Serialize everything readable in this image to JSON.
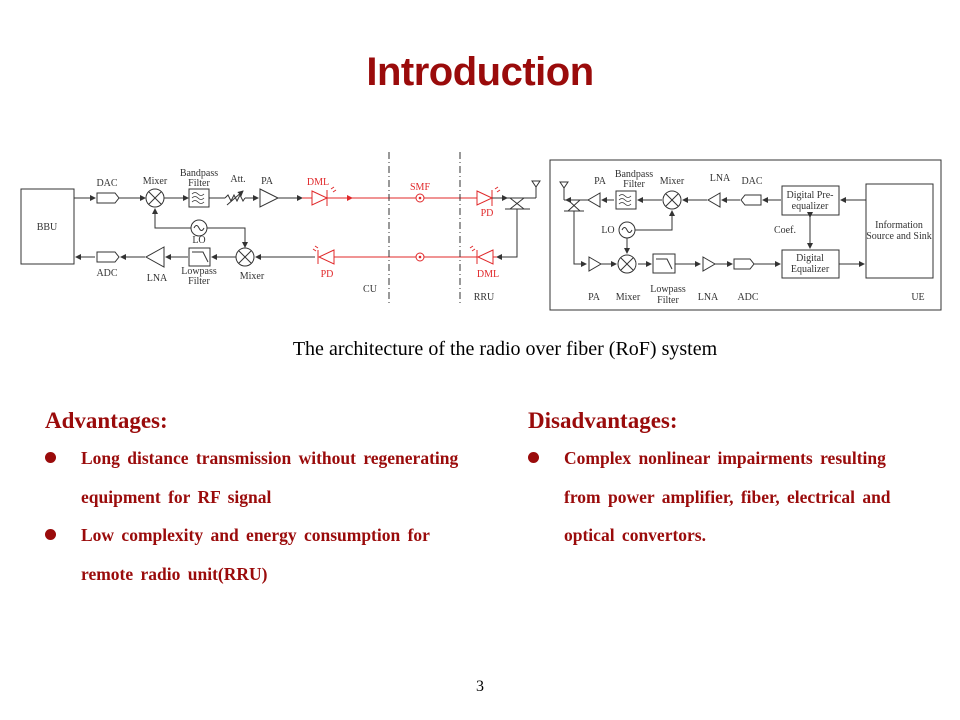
{
  "slide": {
    "title": "Introduction",
    "caption": "The architecture of the radio over fiber (RoF) system",
    "page_number": "3"
  },
  "diagram": {
    "cu_side": {
      "bbu": "BBU",
      "dac": "DAC",
      "mixer_tx": "Mixer",
      "bandpass_l1": "Bandpass",
      "bandpass_l2": "Filter",
      "att": "Att.",
      "pa": "PA",
      "dml_tx": "DML",
      "lo": "LO",
      "adc": "ADC",
      "lna": "LNA",
      "lowpass_l1": "Lowpass",
      "lowpass_l2": "Filter",
      "mixer_rx": "Mixer",
      "pd_rx": "PD",
      "cu_label": "CU"
    },
    "fiber": {
      "smf": "SMF"
    },
    "rru_side": {
      "pd_tx": "PD",
      "dml_rx": "DML",
      "rru_label": "RRU"
    },
    "ue_side": {
      "pa_top": "PA",
      "bandpass_l1": "Bandpass",
      "bandpass_l2": "Filter",
      "mixer_top": "Mixer",
      "lna_top": "LNA",
      "dac": "DAC",
      "lo": "LO",
      "pre_eq_l1": "Digital Pre-",
      "pre_eq_l2": "equalizer",
      "coef": "Coef.",
      "eq_l1": "Digital",
      "eq_l2": "Equalizer",
      "info_l1": "Information",
      "info_l2": "Source and Sink",
      "pa_bottom": "PA",
      "mixer_bottom": "Mixer",
      "lowpass_l1": "Lowpass",
      "lowpass_l2": "Filter",
      "lna_bottom": "LNA",
      "adc": "ADC",
      "ue_label": "UE"
    },
    "colors": {
      "optical": "#e0282a",
      "electrical": "#333333",
      "accent": "#9a0b0b"
    }
  },
  "advantages": {
    "heading": "Advantages:",
    "items": [
      "Long distance transmission  without regenerating equipment  for RF signal",
      "Low complexity  and energy consumption for remote radio unit(RRU)"
    ]
  },
  "disadvantages": {
    "heading": "Disadvantages:",
    "items": [
      "Complex nonlinear impairments resulting  from power amplifier,  fiber, electrical and optical convertors."
    ]
  }
}
